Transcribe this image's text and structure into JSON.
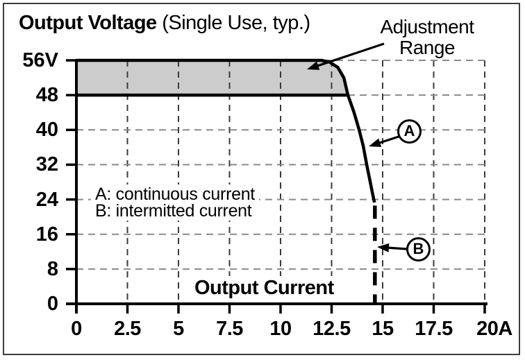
{
  "header": {
    "title_bold": "Output Voltage",
    "title_suffix": " (Single Use, typ.)"
  },
  "chart_data": {
    "type": "line",
    "title": "Output Voltage (Single Use, typ.)",
    "xlabel": "Output Current",
    "ylabel": "Output Voltage",
    "x_unit": "A",
    "y_unit": "V",
    "xlim": [
      0,
      20
    ],
    "ylim": [
      0,
      56
    ],
    "x_ticks": [
      0,
      2.5,
      5,
      7.5,
      10,
      12.5,
      15,
      17.5,
      20
    ],
    "x_tick_labels": [
      "0",
      "2.5",
      "5",
      "7.5",
      "10",
      "12.5",
      "15",
      "17.5",
      "20A"
    ],
    "y_ticks": [
      0,
      8,
      16,
      24,
      32,
      40,
      48,
      56
    ],
    "y_tick_labels": [
      "0",
      "8",
      "16",
      "24",
      "32",
      "40",
      "48",
      "56V"
    ],
    "grid": "dashed",
    "legend_position": "inside-left",
    "adjustment_range": {
      "label": "Adjustment Range",
      "v_min": 48,
      "v_max": 56
    },
    "series": [
      {
        "name": "A",
        "label": "A: continuous current",
        "style": "solid",
        "points": [
          [
            0,
            56
          ],
          [
            12.0,
            56
          ],
          [
            12.4,
            55.6
          ],
          [
            12.8,
            54.4
          ],
          [
            13.1,
            52
          ],
          [
            13.3,
            48
          ],
          [
            13.6,
            44
          ],
          [
            13.85,
            40
          ],
          [
            14.05,
            36.3
          ],
          [
            14.22,
            32
          ],
          [
            14.38,
            28.3
          ],
          [
            14.5,
            25.5
          ],
          [
            14.6,
            23.3
          ]
        ]
      },
      {
        "name": "B",
        "label": "B: intermitted current",
        "style": "dashed",
        "points": [
          [
            14.62,
            22.6
          ],
          [
            14.62,
            0
          ]
        ]
      }
    ],
    "colors": {
      "band": "#cccccc",
      "grid_h": "#8a8a8a",
      "grid_v": "#3a3a3a",
      "ink": "#000000",
      "background": "#ffffff"
    }
  }
}
